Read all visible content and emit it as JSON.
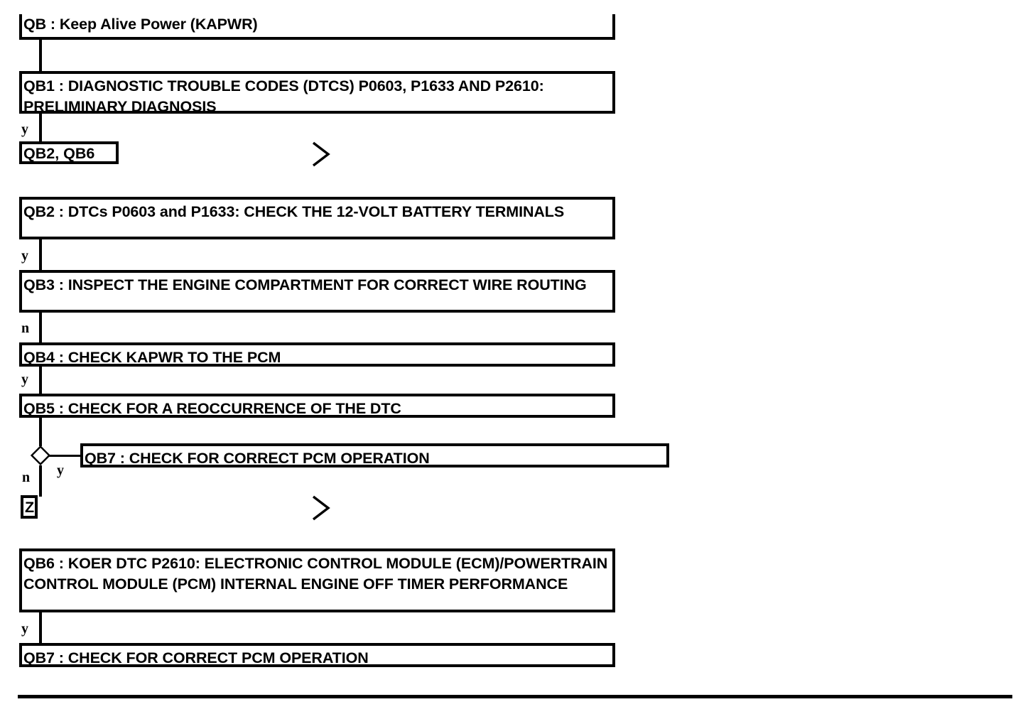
{
  "diagram": {
    "kind": "diagnostic-flowchart",
    "colors": {
      "stroke": "#000000",
      "fill": "#ffffff",
      "text": "#000000"
    },
    "nodes": [
      {
        "id": "QB",
        "label": "QB : Keep Alive Power (KAPWR)"
      },
      {
        "id": "QB1",
        "label": "QB1 : DIAGNOSTIC TROUBLE CODES (DTCS) P0603, P1633 AND P2610: PRELIMINARY DIAGNOSIS"
      },
      {
        "id": "QB2",
        "label": "QB2 : DTCs P0603 and P1633: CHECK THE 12-VOLT BATTERY TERMINALS"
      },
      {
        "id": "QB3",
        "label": "QB3 : INSPECT THE ENGINE COMPARTMENT FOR CORRECT WIRE ROUTING"
      },
      {
        "id": "QB4",
        "label": "QB4 : CHECK KAPWR TO THE PCM"
      },
      {
        "id": "QB5",
        "label": "QB5 : CHECK FOR A REOCCURRENCE OF THE DTC"
      },
      {
        "id": "QB7a",
        "label": "QB7 : CHECK FOR CORRECT PCM OPERATION"
      },
      {
        "id": "QB6",
        "label": "QB6 : KOER DTC P2610: ELECTRONIC CONTROL MODULE (ECM)/POWERTRAIN CONTROL MODULE (PCM) INTERNAL ENGINE OFF TIMER PERFORMANCE"
      },
      {
        "id": "QB7b",
        "label": "QB7 : CHECK FOR CORRECT PCM OPERATION"
      }
    ],
    "references": [
      {
        "id": "ref-qb2-qb6",
        "label": "QB2, QB6"
      },
      {
        "id": "ref-z",
        "label": "Z"
      }
    ],
    "branch_labels": [
      {
        "id": "qb1-yes",
        "label": "y"
      },
      {
        "id": "qb2-yes",
        "label": "y"
      },
      {
        "id": "qb3-no",
        "label": "n"
      },
      {
        "id": "qb4-yes",
        "label": "y"
      },
      {
        "id": "dec-no",
        "label": "n"
      },
      {
        "id": "dec-yes",
        "label": "y"
      },
      {
        "id": "qb6-yes",
        "label": "y"
      }
    ]
  }
}
